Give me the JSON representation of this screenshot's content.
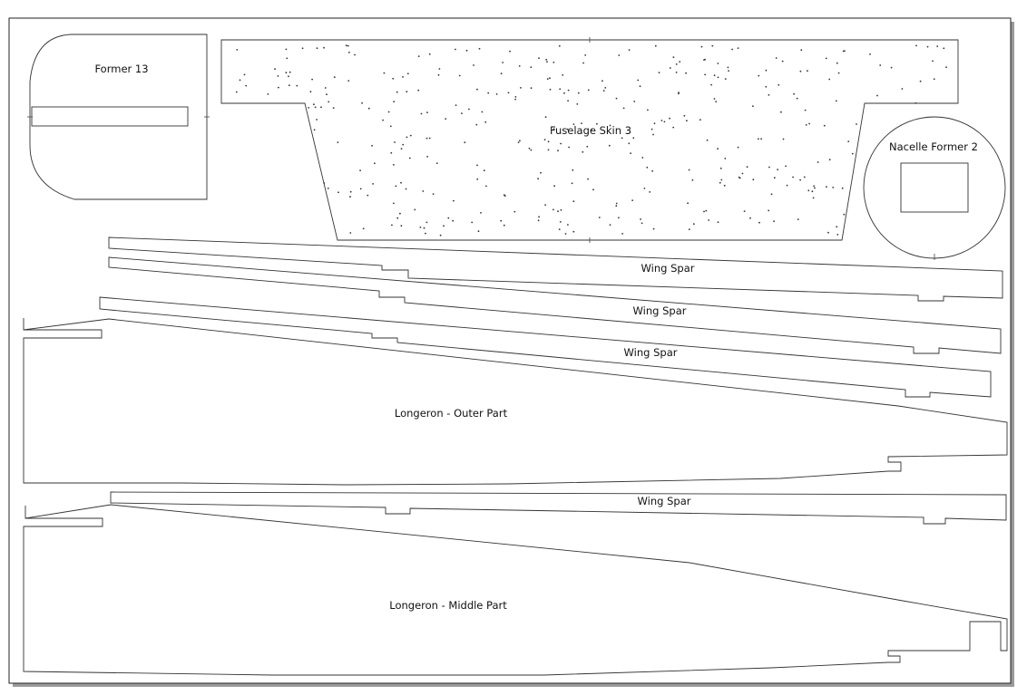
{
  "colors": {
    "outline": "#333333",
    "paper": "#ffffff",
    "shadow": "#9a9a9a"
  },
  "parts": {
    "former_13": {
      "label": "Former 13"
    },
    "fuselage_skin_3": {
      "label": "Fuselage Skin 3"
    },
    "nacelle_former_2": {
      "label": "Nacelle Former 2"
    },
    "wing_spar_1": {
      "label": "Wing Spar"
    },
    "wing_spar_2": {
      "label": "Wing Spar"
    },
    "wing_spar_3": {
      "label": "Wing Spar"
    },
    "wing_spar_4": {
      "label": "Wing Spar"
    },
    "longeron_outer": {
      "label": "Longeron - Outer Part"
    },
    "longeron_middle": {
      "label": "Longeron - Middle Part"
    }
  }
}
